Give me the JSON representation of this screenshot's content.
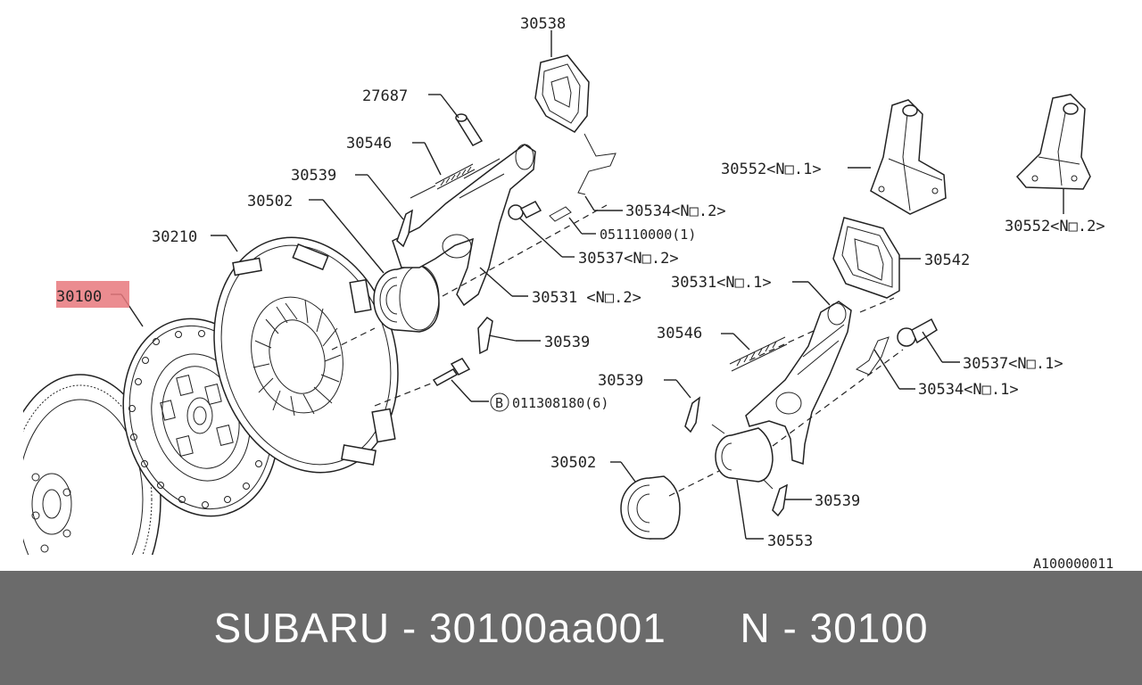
{
  "diagram": {
    "labels": {
      "p30538": "30538",
      "p27687": "27687",
      "p30546a": "30546",
      "p30539a": "30539",
      "p30502a": "30502",
      "p30210": "30210",
      "p30100": "30100",
      "p30534b": "30534<N□.2>",
      "p051110000": "051110000(1)",
      "p30537b": "30537<N□.2>",
      "p30531b": "30531 <N□.2>",
      "p30539b": "30539",
      "p011308180": "011308180(6)",
      "bolt_badge": "B",
      "p30552a": "30552<N□.1>",
      "p30552b": "30552<N□.2>",
      "p30542": "30542",
      "p30531a": "30531<N□.1>",
      "p30546b": "30546",
      "p30537a": "30537<N□.1>",
      "p30539c": "30539",
      "p30534a": "30534<N□.1>",
      "p30502b": "30502",
      "p30539d": "30539",
      "p30553": "30553",
      "ref_code": "A100000011"
    },
    "highlight_color": "#e8787c"
  },
  "footer": {
    "text": "SUBARU - 30100aa001      N - 30100"
  }
}
